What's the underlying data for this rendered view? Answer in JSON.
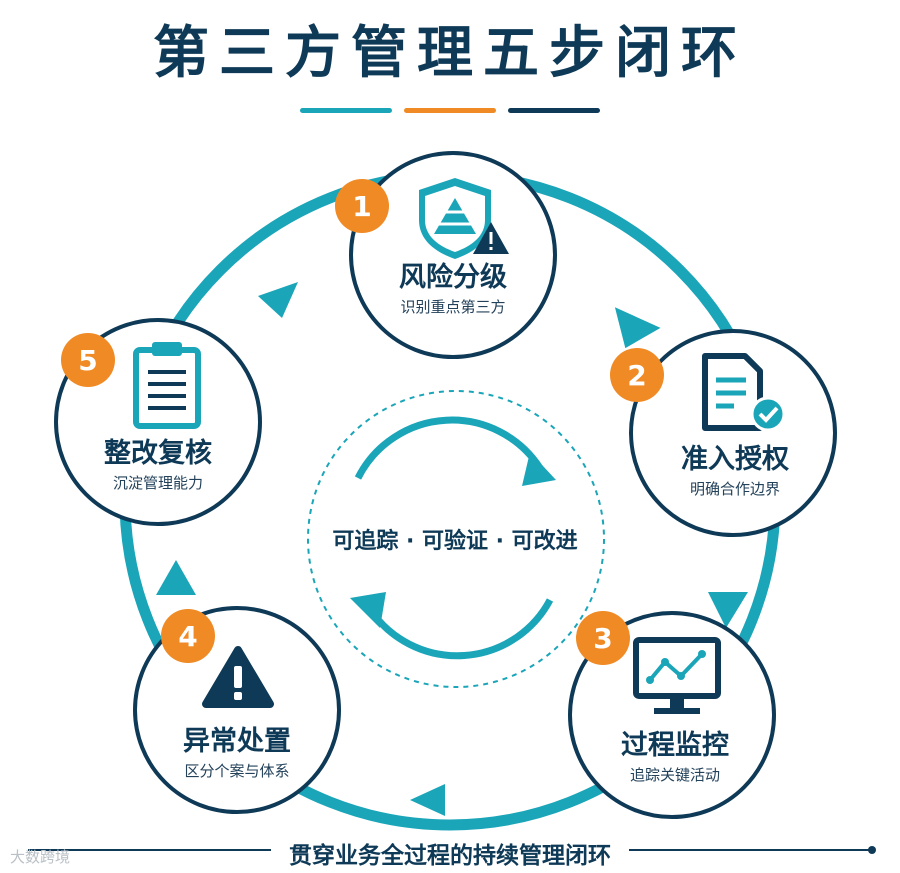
{
  "title": "第三方管理五步闭环",
  "colors": {
    "navy": "#0e3a57",
    "teal": "#1aa5b8",
    "orange": "#f08a24",
    "white": "#ffffff"
  },
  "center": {
    "text": "可追踪 · 可验证 · 可改进"
  },
  "steps": [
    {
      "number": "1",
      "title": "风险分级",
      "subtitle": "识别重点第三方",
      "icon": "shield-pyramid-warning-icon"
    },
    {
      "number": "2",
      "title": "准入授权",
      "subtitle": "明确合作边界",
      "icon": "document-check-icon"
    },
    {
      "number": "3",
      "title": "过程监控",
      "subtitle": "追踪关键活动",
      "icon": "monitor-chart-icon"
    },
    {
      "number": "4",
      "title": "异常处置",
      "subtitle": "区分个案与体系",
      "icon": "warning-triangle-icon"
    },
    {
      "number": "5",
      "title": "整改复核",
      "subtitle": "沉淀管理能力",
      "icon": "clipboard-icon"
    }
  ],
  "footer": {
    "text": "贯穿业务全过程的持续管理闭环"
  },
  "watermark": {
    "text": "大数跨境"
  }
}
